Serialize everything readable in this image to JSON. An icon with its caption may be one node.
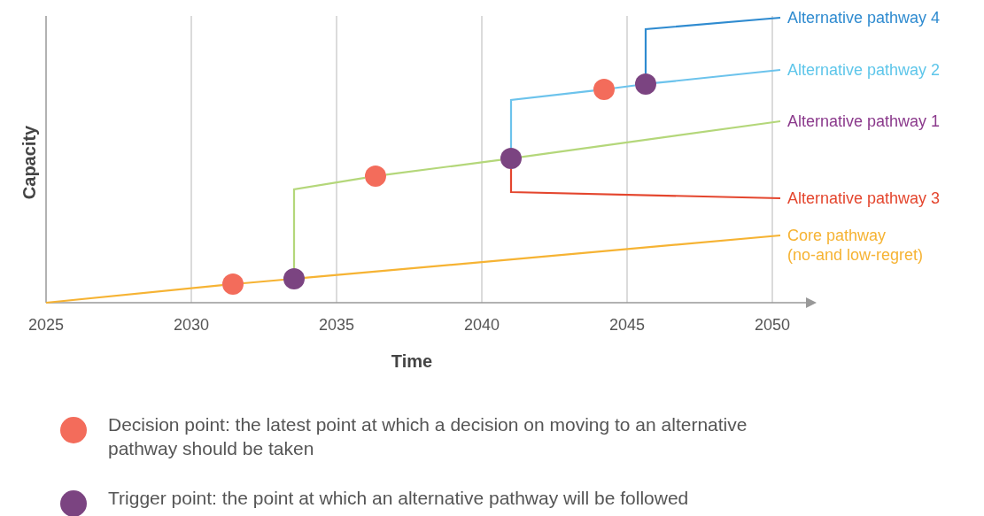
{
  "diagram": {
    "nodes": [
      {
        "text": [],
        "shape": "circle"
      },
      {
        "text": [],
        "shape": "circle"
      },
      {
        "text": [],
        "shape": "circle"
      },
      {
        "text": [],
        "shape": "circle"
      },
      {
        "text": [],
        "shape": "circle"
      },
      {
        "text": [],
        "shape": "circle"
      },
      {
        "text": [
          "Alternative pathway 4"
        ]
      },
      {
        "text": [
          "Alternative pathway 2"
        ]
      },
      {
        "text": [
          "Alternative pathway 1"
        ]
      },
      {
        "text": [
          "Alternative pathway 3"
        ]
      },
      {
        "text": [
          "Core pathway (no-and low-regret)"
        ]
      }
    ],
    "edges": [
      {
        "from": null,
        "to": 0,
        "arrow": "none",
        "color": "#f6b333"
      },
      {
        "from": 0,
        "to": 1,
        "arrow": "none",
        "color": "#f6b333"
      },
      {
        "from": 1,
        "to": 10,
        "arrow": "none",
        "color": "#f6b333"
      },
      {
        "from": 1,
        "to": 2,
        "arrow": "none",
        "color": "#b4d77a"
      },
      {
        "from": 2,
        "to": 3,
        "arrow": "none",
        "color": "#b4d77a"
      },
      {
        "from": 3,
        "to": 8,
        "arrow": "none",
        "color": "#b4d77a"
      },
      {
        "from": 3,
        "to": 4,
        "arrow": "none",
        "color": "#6cc3ec"
      },
      {
        "from": 4,
        "to": 5,
        "arrow": "none",
        "color": "#6cc3ec"
      },
      {
        "from": 5,
        "to": 7,
        "arrow": "none",
        "color": "#6cc3ec"
      },
      {
        "from": 5,
        "to": 6,
        "arrow": "none",
        "color": "#2f8bd0"
      },
      {
        "from": 3,
        "to": 9,
        "arrow": "none",
        "color": "#e4462e"
      }
    ],
    "labels": [
      "Capacity",
      "2025",
      "2030",
      "2035",
      "2040",
      "2045",
      "2050",
      "Time"
    ],
    "legend": [
      {
        "text": "Decision point: the latest point at which a decision on moving to an alternative pathway should be taken",
        "color": "#f36c5b"
      },
      {
        "text": "Trigger point: the point at which an alternative pathway will be followed",
        "color": "#7b4481"
      }
    ]
  }
}
